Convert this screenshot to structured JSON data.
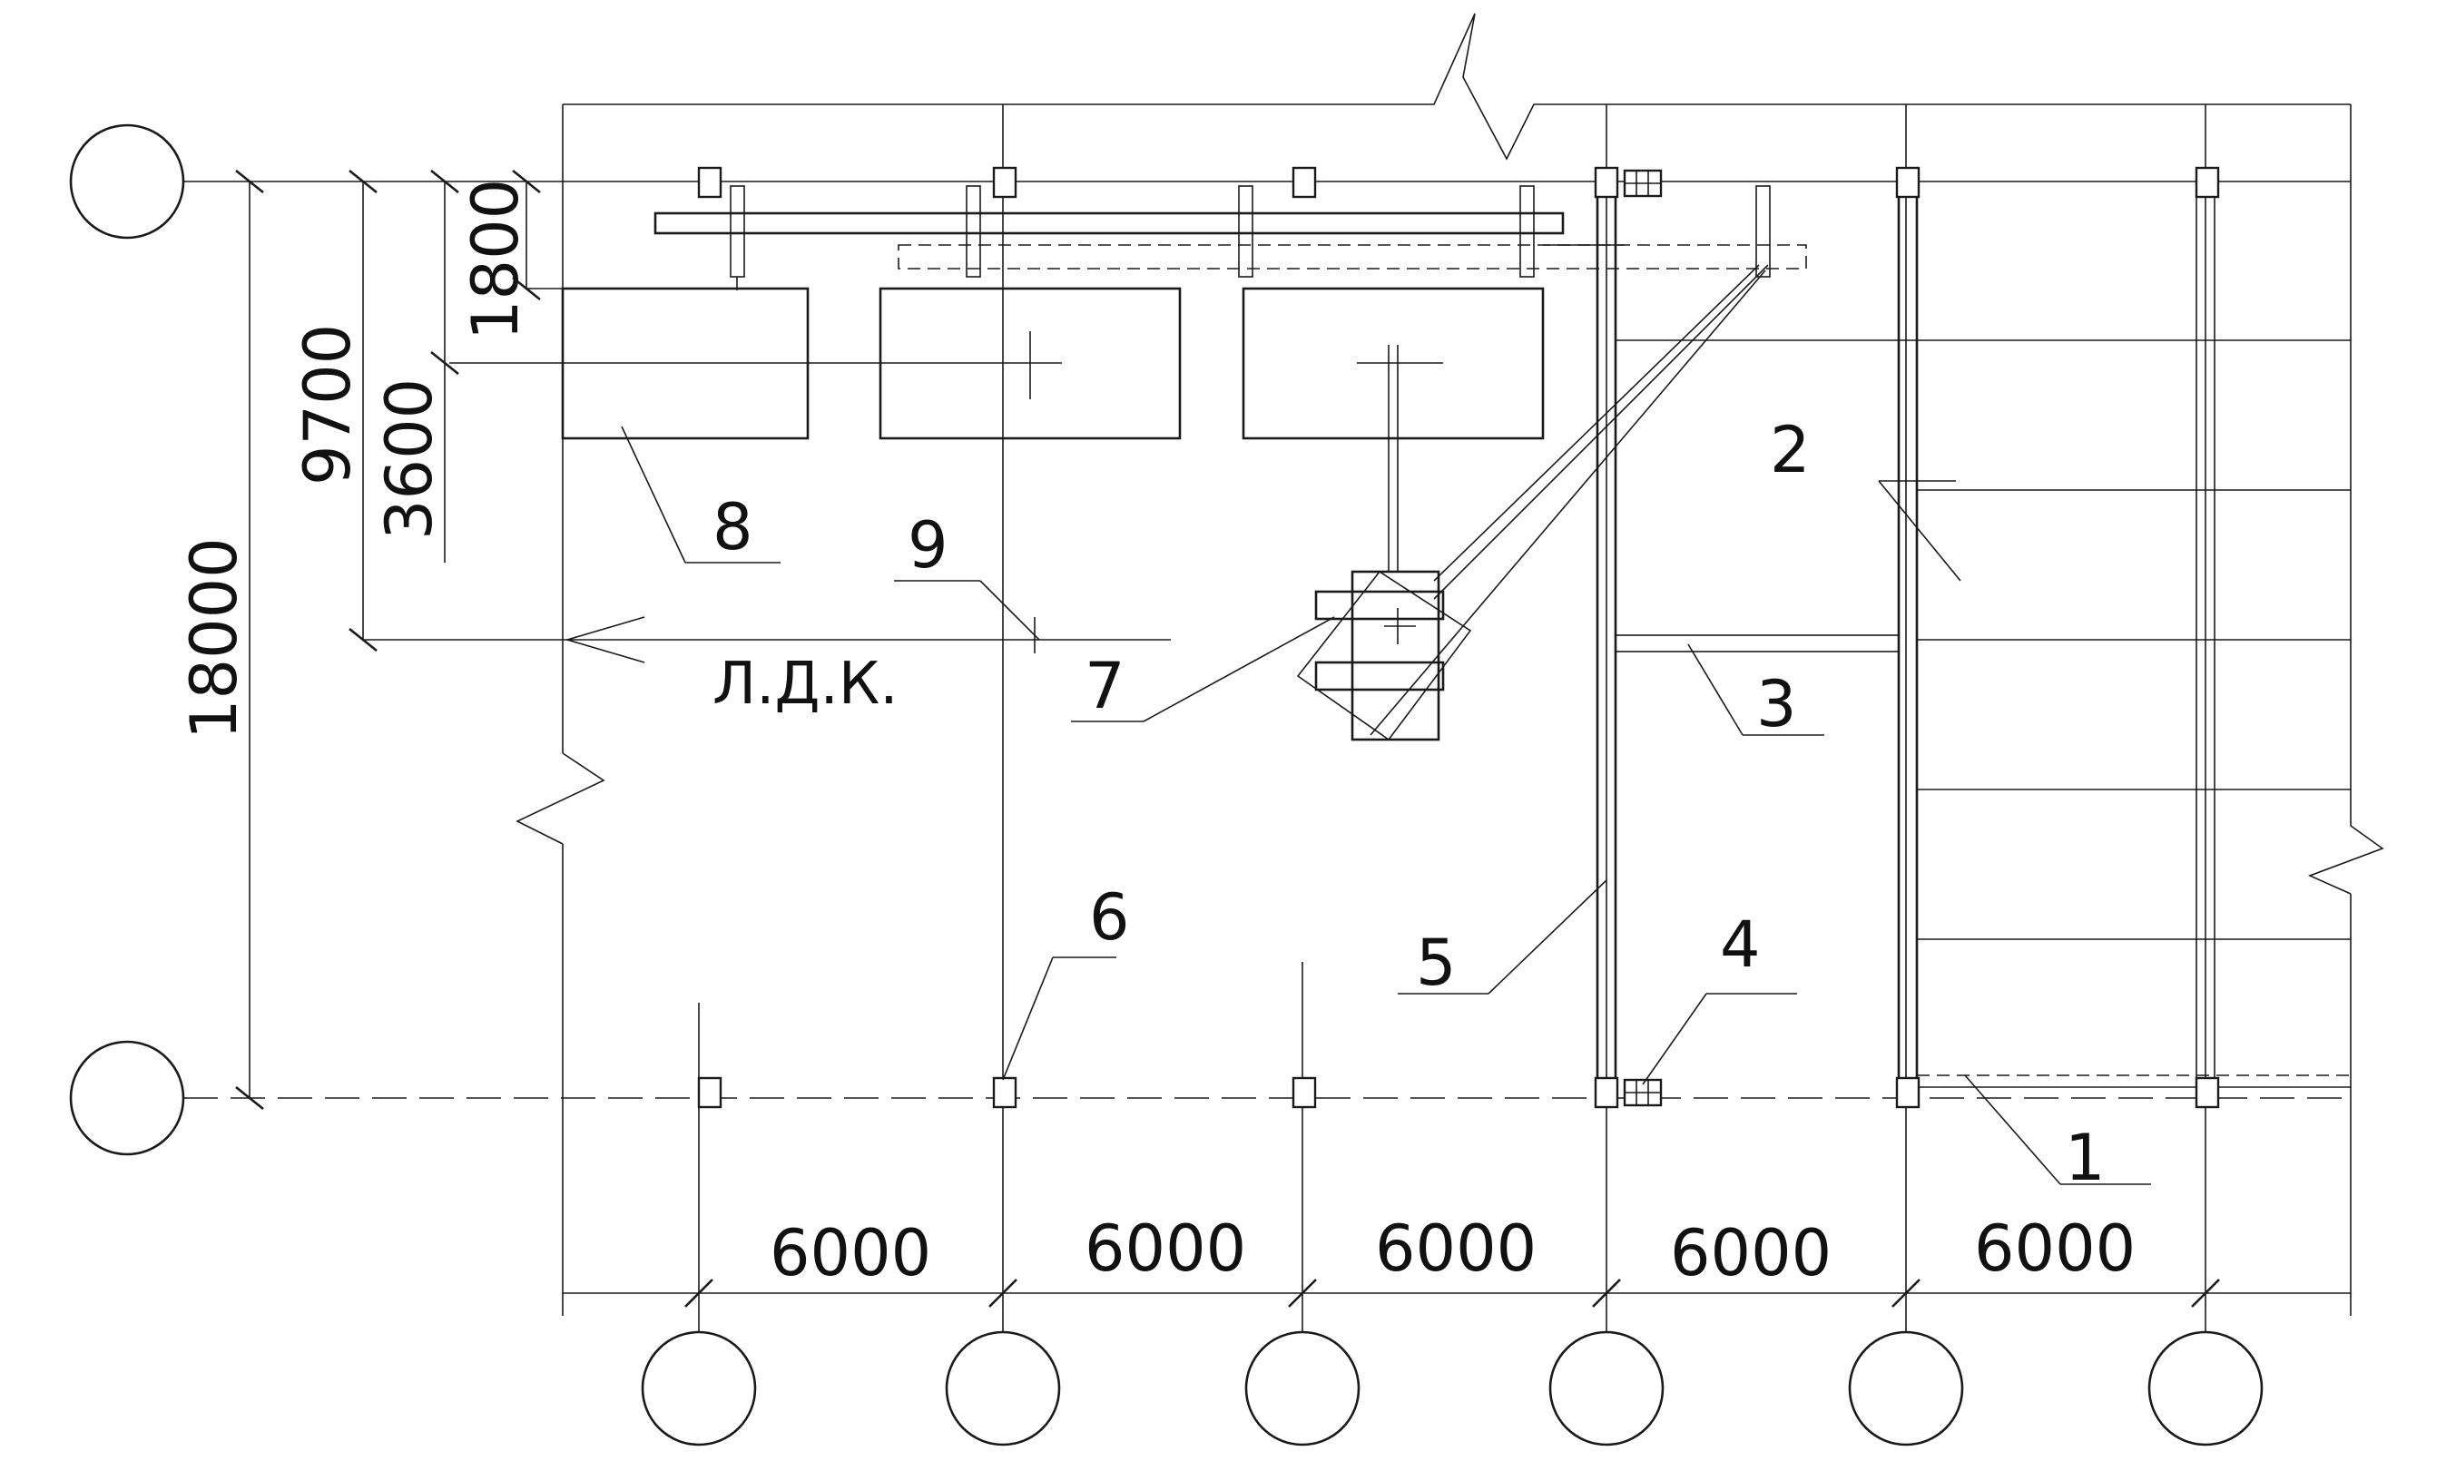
{
  "drawing": {
    "dimensions": {
      "horizontal_spans": [
        "6000",
        "6000",
        "6000",
        "6000",
        "6000"
      ],
      "vertical_total": "18000",
      "vertical_ldk": "9700",
      "vertical_3600": "3600",
      "vertical_1800": "1800"
    },
    "ldk_label": "Л.Д.К.",
    "callouts": [
      "1",
      "2",
      "3",
      "4",
      "5",
      "6",
      "7",
      "8",
      "9"
    ]
  },
  "colors": {
    "line": "#1a1a1a",
    "background": "#ffffff"
  }
}
